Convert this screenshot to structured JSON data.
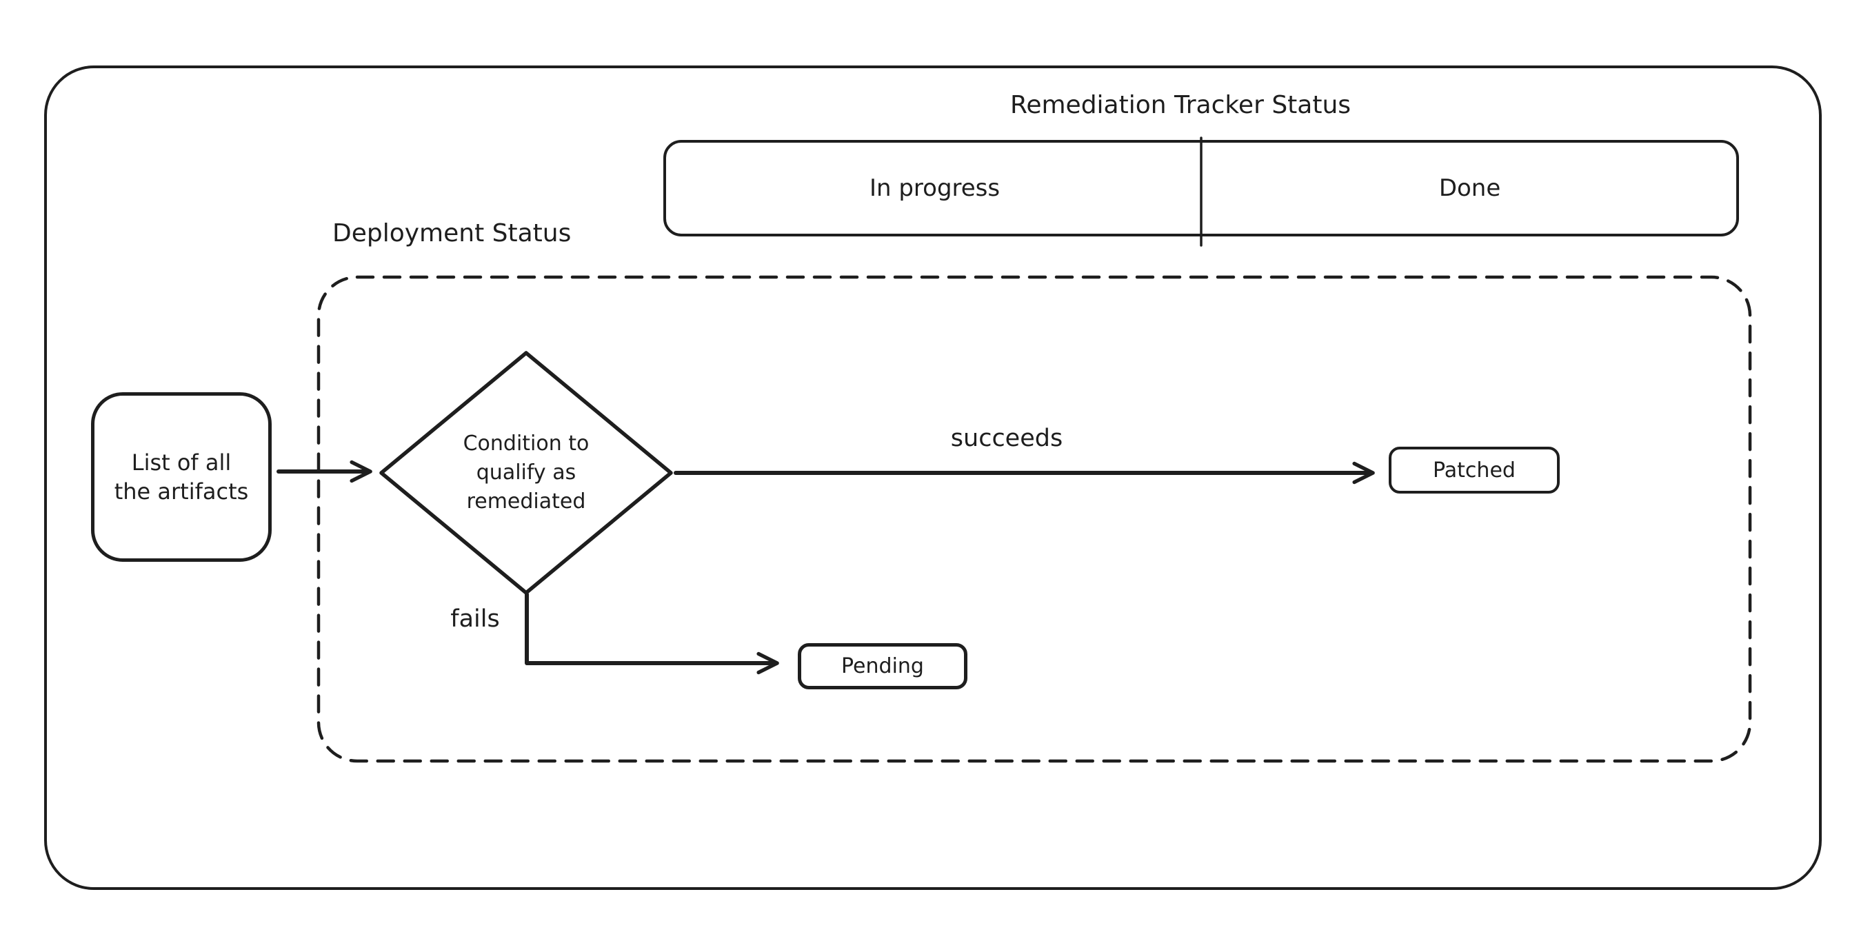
{
  "colors": {
    "ink": "#1e1e1e",
    "background": "#ffffff"
  },
  "title": "Remediation Tracker Status",
  "tracker_bar": {
    "segments": [
      {
        "label": "In progress"
      },
      {
        "label": "Done"
      }
    ]
  },
  "deployment_group": {
    "label": "Deployment Status"
  },
  "nodes": {
    "artifacts": {
      "lines": [
        "List of all",
        "the artifacts"
      ]
    },
    "condition": {
      "lines": [
        "Condition to",
        "qualify as",
        "remediated"
      ]
    },
    "patched": {
      "label": "Patched"
    },
    "pending": {
      "label": "Pending"
    }
  },
  "edges": {
    "succeeds": {
      "label": "succeeds"
    },
    "fails": {
      "label": "fails"
    }
  }
}
